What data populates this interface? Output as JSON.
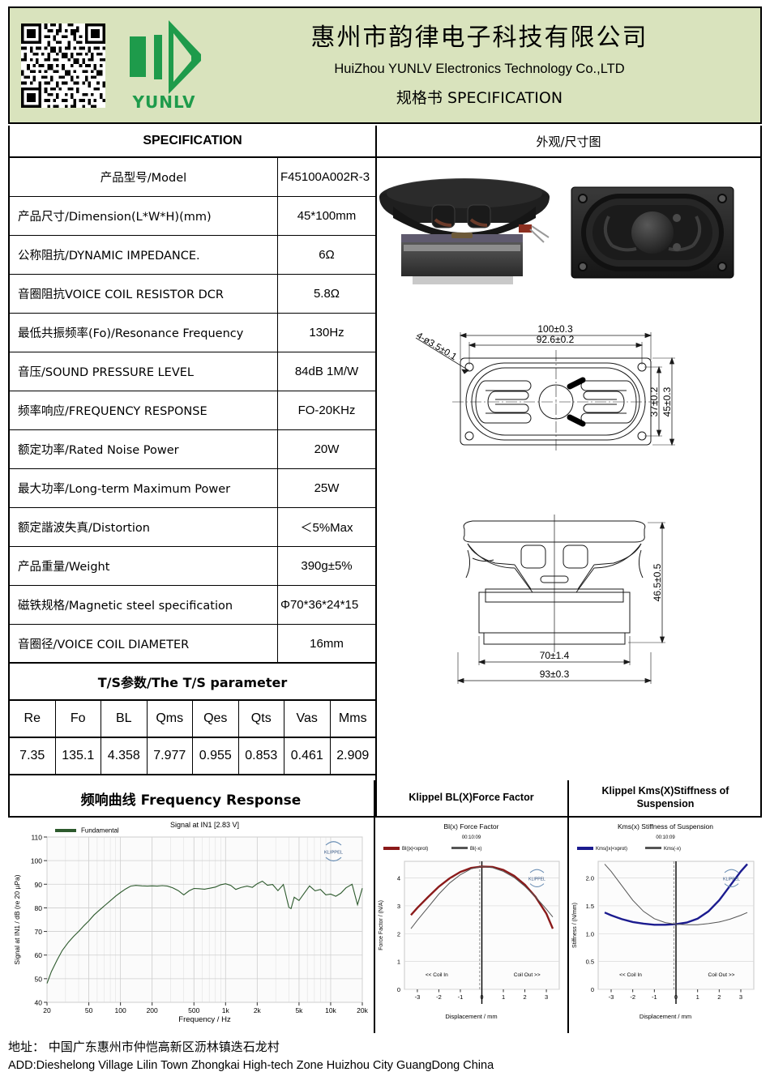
{
  "header": {
    "company_cn": "惠州市韵律电子科技有限公司",
    "company_en": "HuiZhou YUNLV Electronics Technology Co.,LTD",
    "doc_title": "规格书 SPECIFICATION",
    "logo_text": "YUNLV",
    "brand_green": "#1e9b4b",
    "band_bg": "#d9e3bd",
    "qr_alt": "qr-code"
  },
  "sections": {
    "spec_header": "SPECIFICATION",
    "appearance_header": "外观/尺寸图",
    "ts_header": "T/S参数/The T/S parameter",
    "freq_header": "频响曲线 Frequency Response",
    "bl_header": "Klippel BL(X)Force Factor",
    "kms_header": "Klippel Kms(X)Stiffness of Suspension"
  },
  "spec_rows": [
    {
      "label": "产品型号/Model",
      "value": "F45100A002R-3",
      "center": true,
      "overflow": true
    },
    {
      "label": "产品尺寸/Dimension(L*W*H)(mm)",
      "value": "45*100mm",
      "center": false,
      "overflow": false
    },
    {
      "label": "公称阻抗/DYNAMIC IMPEDANCE.",
      "value": "6Ω",
      "center": false,
      "overflow": false
    },
    {
      "label": "音圈阻抗VOICE COIL RESISTOR DCR",
      "value": "5.8Ω",
      "center": false,
      "overflow": false
    },
    {
      "label": "最低共振频率(Fo)/Resonance Frequency",
      "value": "130Hz",
      "center": false,
      "overflow": false
    },
    {
      "label": "音压/SOUND PRESSURE LEVEL",
      "value": "84dB 1M/W",
      "center": false,
      "overflow": false
    },
    {
      "label": "频率响应/FREQUENCY RESPONSE",
      "value": "FO-20KHz",
      "center": false,
      "overflow": false
    },
    {
      "label": "额定功率/Rated Noise Power",
      "value": "20W",
      "center": false,
      "overflow": false
    },
    {
      "label": "最大功率/Long-term Maximum Power",
      "value": "25W",
      "center": false,
      "overflow": false
    },
    {
      "label": "额定諧波失真/Distortion",
      "value": "＜5%Max",
      "center": false,
      "overflow": false
    },
    {
      "label": "产品重量/Weight",
      "value": "390g±5%",
      "center": false,
      "overflow": false
    },
    {
      "label": "磁铁规格/Magnetic steel specification",
      "value": "Φ70*36*24*15",
      "center": false,
      "overflow": true
    },
    {
      "label": "音圈径/VOICE COIL DIAMETER",
      "value": "16mm",
      "center": false,
      "overflow": false
    }
  ],
  "ts_parameters": {
    "headers": [
      "Re",
      "Fo",
      "BL",
      "Qms",
      "Qes",
      "Qts",
      "Vas",
      "Mms"
    ],
    "values": [
      "7.35",
      "135.1",
      "4.358",
      "7.977",
      "0.955",
      "0.853",
      "0.461",
      "2.909"
    ]
  },
  "drawing": {
    "top_view": {
      "width_outer": "100±0.3",
      "width_inner": "92.6±0.2",
      "height_inner": "37±0.2",
      "height_outer": "45±0.3",
      "hole_note": "4-ø3.5±0.1"
    },
    "side_view": {
      "height": "46.5±0.5",
      "magnet_width": "70±1.4",
      "frame_width": "93±0.3"
    }
  },
  "chart_data": [
    {
      "type": "line",
      "name": "frequency-response",
      "title": "Signal at IN1 [2.83 V]",
      "xlabel": "Frequency / Hz",
      "ylabel": "Signal at IN1 / dB (re 20 µPa)",
      "legend": [
        "Fundamental"
      ],
      "legend_position": "top-left",
      "series_color": "#2d5a2d",
      "watermark": "KLIPPEL",
      "xscale": "log",
      "xlim": [
        20,
        20000
      ],
      "ylim": [
        40,
        110
      ],
      "xticks": [
        20,
        50,
        100,
        200,
        500,
        1000,
        2000,
        5000,
        10000,
        20000
      ],
      "xtick_labels": [
        "20",
        "50",
        "100",
        "200",
        "500",
        "1k",
        "2k",
        "5k",
        "10k",
        "20k"
      ],
      "yticks": [
        40,
        50,
        60,
        70,
        80,
        90,
        100,
        110
      ],
      "grid": true,
      "x": [
        20,
        22,
        25,
        28,
        32,
        36,
        40,
        45,
        50,
        56,
        63,
        71,
        80,
        90,
        100,
        112,
        125,
        140,
        160,
        180,
        200,
        224,
        250,
        280,
        315,
        355,
        400,
        450,
        500,
        560,
        630,
        710,
        800,
        900,
        1000,
        1120,
        1250,
        1400,
        1600,
        1800,
        2000,
        2240,
        2500,
        2800,
        3150,
        3550,
        4000,
        4200,
        4500,
        5000,
        5600,
        6300,
        7100,
        8000,
        9000,
        10000,
        11200,
        12500,
        14000,
        16000,
        18000,
        20000
      ],
      "y": [
        48,
        53,
        58,
        62,
        65.5,
        68,
        70,
        72.5,
        74.5,
        77,
        79,
        81,
        83,
        85,
        86.5,
        88,
        89.2,
        89.5,
        89.3,
        89.2,
        89.3,
        89.2,
        89.4,
        89.2,
        88.5,
        87.3,
        85.5,
        87.2,
        88.2,
        88.1,
        87.9,
        88.3,
        88.8,
        89.8,
        90.2,
        89.5,
        87.8,
        88.6,
        89.2,
        88.7,
        90.2,
        91.3,
        89.6,
        89.9,
        87.3,
        89.9,
        80.2,
        79.7,
        84.5,
        83.1,
        86.2,
        89.3,
        87.2,
        87.8,
        85.5,
        85.8,
        84.9,
        86.2,
        88.5,
        90,
        81.3,
        88.3
      ]
    },
    {
      "type": "line",
      "name": "bl-force-factor",
      "title": "Bl(x) Force Factor",
      "subtitle": "00:10:09",
      "xlabel": "Displacement / mm",
      "ylabel": "Force Factor / (N/A)",
      "legend": [
        "Bl(|x|<xprot)",
        "Bl(-x)"
      ],
      "legend_colors": [
        "#8b1a1a",
        "#555555"
      ],
      "watermark": "KLIPPEL",
      "annotation_left": "<< Coil In",
      "annotation_right": "Coil Out >>",
      "xlim": [
        -3.6,
        3.6
      ],
      "ylim": [
        0,
        4.6
      ],
      "xticks": [
        -3,
        -2,
        -1,
        0,
        1,
        2,
        3
      ],
      "yticks": [
        0,
        1,
        2,
        3,
        4
      ],
      "grid": true,
      "x": [
        -3.3,
        -3,
        -2.5,
        -2,
        -1.5,
        -1,
        -0.5,
        0,
        0.5,
        1,
        1.5,
        2,
        2.5,
        3,
        3.3
      ],
      "series": [
        {
          "name": "Bl(|x|<xprot)",
          "values": [
            2.67,
            2.93,
            3.32,
            3.69,
            3.99,
            4.22,
            4.36,
            4.41,
            4.4,
            4.29,
            4.08,
            3.76,
            3.32,
            2.72,
            2.18
          ]
        },
        {
          "name": "Bl(-x)",
          "values": [
            2.18,
            2.48,
            2.95,
            3.42,
            3.82,
            4.12,
            4.33,
            4.41,
            4.37,
            4.24,
            4.02,
            3.7,
            3.32,
            2.88,
            2.6
          ]
        }
      ]
    },
    {
      "type": "line",
      "name": "kms-stiffness",
      "title": "Kms(x) Stiffness of Suspension",
      "subtitle": "00:10:09",
      "xlabel": "Displacement / mm",
      "ylabel": "Stiffness / (N/mm)",
      "legend": [
        "Kms(|x|<xprot)",
        "Kms(-x)"
      ],
      "legend_colors": [
        "#1b1b8f",
        "#555555"
      ],
      "watermark": "KLIPPEL",
      "annotation_left": "<< Coil In",
      "annotation_right": "Coil Out >>",
      "xlim": [
        -3.6,
        3.6
      ],
      "ylim": [
        0,
        2.3
      ],
      "xticks": [
        -3,
        -2,
        -1,
        0,
        1,
        2,
        3
      ],
      "yticks": [
        0,
        0.5,
        1.0,
        1.5,
        2.0
      ],
      "ytick_labels": [
        "0",
        "0.5",
        "1.0",
        "1.5",
        "2.0"
      ],
      "grid": true,
      "x": [
        -3.3,
        -3,
        -2.5,
        -2,
        -1.5,
        -1,
        -0.5,
        0,
        0.5,
        1,
        1.5,
        2,
        2.5,
        3,
        3.3
      ],
      "series": [
        {
          "name": "Kms(|x|<xprot)",
          "values": [
            1.38,
            1.33,
            1.26,
            1.21,
            1.18,
            1.16,
            1.16,
            1.17,
            1.2,
            1.27,
            1.4,
            1.6,
            1.86,
            2.12,
            2.25
          ]
        },
        {
          "name": "Kms(-x)",
          "values": [
            2.25,
            2.12,
            1.86,
            1.6,
            1.4,
            1.27,
            1.2,
            1.17,
            1.16,
            1.16,
            1.18,
            1.21,
            1.26,
            1.33,
            1.38
          ]
        }
      ]
    }
  ],
  "footer": {
    "address_cn": "地址： 中国广东惠州市仲恺高新区沥林镇迭石龙村",
    "address_en": "ADD:Dieshelong Village Lilin  Town Zhongkai High-tech Zone Huizhou City GuangDong China"
  }
}
